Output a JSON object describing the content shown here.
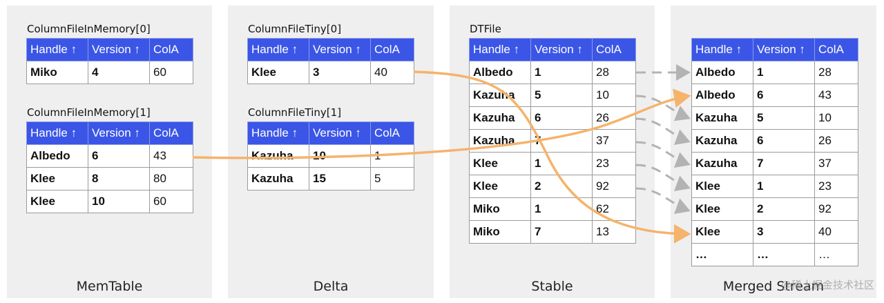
{
  "panels": [
    {
      "label": "MemTable"
    },
    {
      "label": "Delta"
    },
    {
      "label": "Stable"
    },
    {
      "label": "Merged Stream"
    }
  ],
  "header": [
    "Handle ↑",
    "Version ↑",
    "ColA"
  ],
  "tables": {
    "mem0": {
      "caption": "ColumnFileInMemory[0]",
      "rows": [
        [
          "Miko",
          "4",
          "60"
        ]
      ]
    },
    "mem1": {
      "caption": "ColumnFileInMemory[1]",
      "rows": [
        [
          "Albedo",
          "6",
          "43"
        ],
        [
          "Klee",
          "8",
          "80"
        ],
        [
          "Klee",
          "10",
          "60"
        ]
      ]
    },
    "tiny0": {
      "caption": "ColumnFileTiny[0]",
      "rows": [
        [
          "Klee",
          "3",
          "40"
        ]
      ]
    },
    "tiny1": {
      "caption": "ColumnFileTiny[1]",
      "rows": [
        [
          "Kazuha",
          "10",
          "1"
        ],
        [
          "Kazuha",
          "15",
          "5"
        ]
      ]
    },
    "dtfile": {
      "caption": "DTFile",
      "rows": [
        [
          "Albedo",
          "1",
          "28"
        ],
        [
          "Kazuha",
          "5",
          "10"
        ],
        [
          "Kazuha",
          "6",
          "26"
        ],
        [
          "Kazuha",
          "7",
          "37"
        ],
        [
          "Klee",
          "1",
          "23"
        ],
        [
          "Klee",
          "2",
          "92"
        ],
        [
          "Miko",
          "1",
          "62"
        ],
        [
          "Miko",
          "7",
          "13"
        ]
      ]
    },
    "merged": {
      "caption": "",
      "rows": [
        [
          "Albedo",
          "1",
          "28"
        ],
        [
          "Albedo",
          "6",
          "43"
        ],
        [
          "Kazuha",
          "5",
          "10"
        ],
        [
          "Kazuha",
          "6",
          "26"
        ],
        [
          "Kazuha",
          "7",
          "37"
        ],
        [
          "Klee",
          "1",
          "23"
        ],
        [
          "Klee",
          "2",
          "92"
        ],
        [
          "Klee",
          "3",
          "40"
        ],
        [
          "…",
          "…",
          "…"
        ]
      ]
    }
  },
  "colors": {
    "header_bg": "#3b56e6",
    "panel_bg": "#efefef",
    "orange_arrow": "#f5b36b",
    "gray_arrow": "#b3b3b3"
  },
  "watermark": "@稀土掘金技术社区"
}
